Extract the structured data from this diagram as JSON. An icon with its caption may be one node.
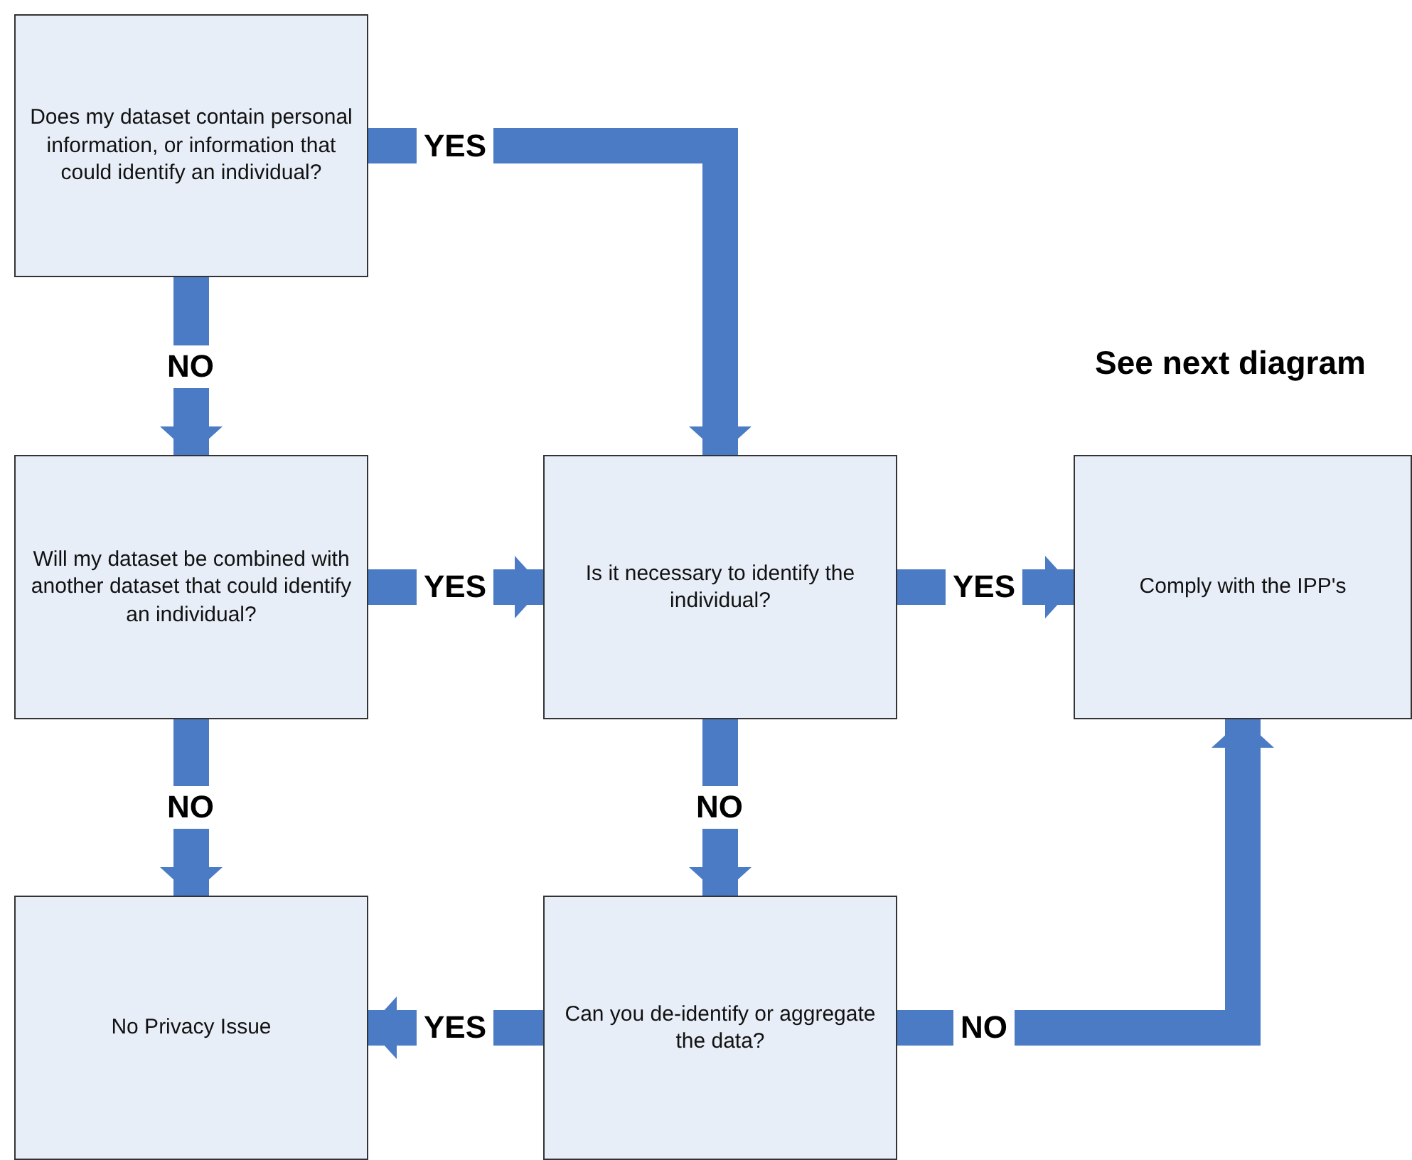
{
  "diagram": {
    "nodes": [
      {
        "text": [
          "Does my dataset contain personal information, or information that could identify an individual?"
        ]
      },
      {
        "text": [
          "Will my dataset be combined with another dataset that could identify an individual?"
        ]
      },
      {
        "text": [
          "Is it necessary to identify the individual?"
        ]
      },
      {
        "text": [
          "Comply with the IPP's"
        ]
      },
      {
        "text": [
          "No Privacy Issue"
        ]
      },
      {
        "text": [
          "Can you de-identify or aggregate the data?"
        ]
      }
    ],
    "edges": [
      {
        "from": 0,
        "to": 2,
        "arrow": "to",
        "label": "YES"
      },
      {
        "from": 0,
        "to": 1,
        "arrow": "to",
        "label": "NO"
      },
      {
        "from": 1,
        "to": 2,
        "arrow": "to",
        "label": "YES"
      },
      {
        "from": 2,
        "to": 3,
        "arrow": "to",
        "label": "YES"
      },
      {
        "from": 1,
        "to": 4,
        "arrow": "to",
        "label": "NO"
      },
      {
        "from": 2,
        "to": 5,
        "arrow": "to",
        "label": "NO"
      },
      {
        "from": 5,
        "to": 4,
        "arrow": "to",
        "label": "YES"
      },
      {
        "from": 5,
        "to": 3,
        "arrow": "to",
        "label": "NO"
      }
    ],
    "labels": [
      "See next diagram"
    ]
  }
}
